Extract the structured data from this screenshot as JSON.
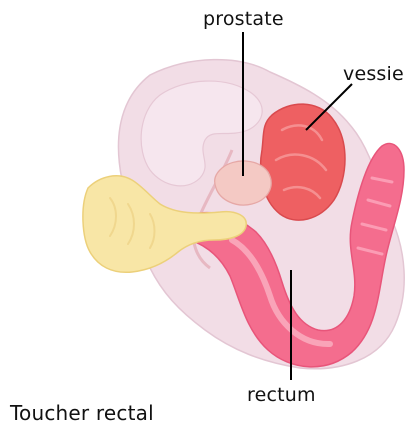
{
  "labels": {
    "prostate": "prostate",
    "vessie": "vessie",
    "rectum": "rectum"
  },
  "caption": "Toucher rectal",
  "colors": {
    "body": "#f2dde6",
    "body_outline": "#e3c6d3",
    "bladder": "#ee6062",
    "rectum": "#f46d8e",
    "prostate": "#f4c9c4",
    "hand": "#f8e6a6",
    "leader_line": "#000000"
  }
}
